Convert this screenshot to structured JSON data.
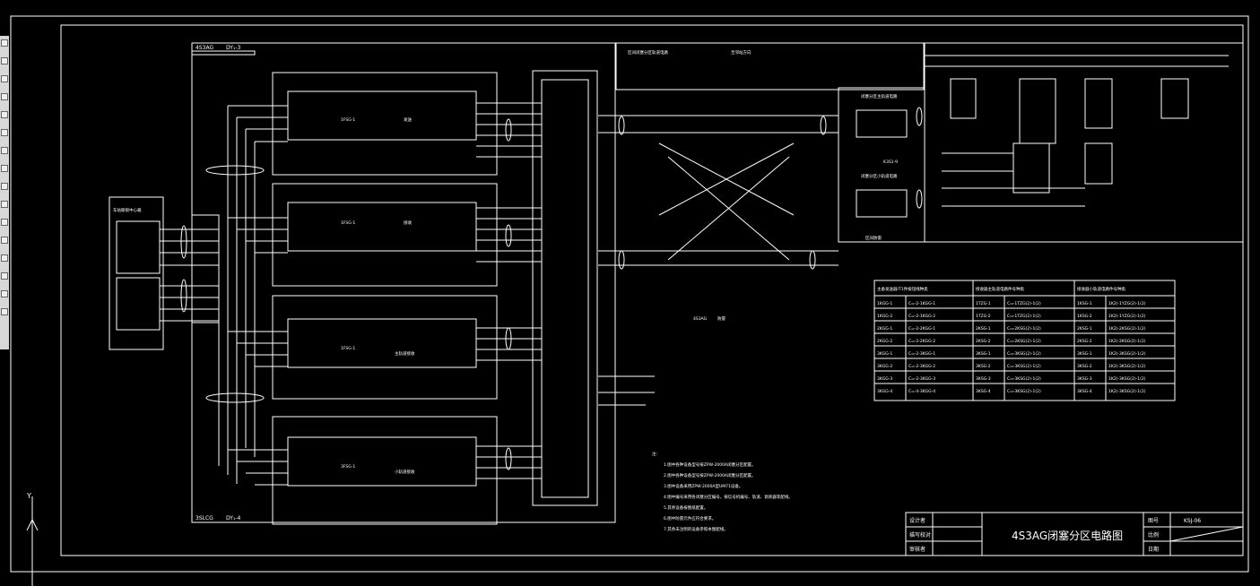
{
  "drawing": {
    "title": "4S3AG闭塞分区电路图",
    "drawing_no_label": "图号",
    "drawing_no": "KSJ-06",
    "scale_label": "比例",
    "date_label": "日期",
    "title_block": [
      "设计者",
      "描写校对",
      "审核者"
    ]
  },
  "panel_labels": {
    "top_left": "4S3AG",
    "top_left_2": "DY₁-3",
    "bottom_left": "3SLCG",
    "bottom_left_2": "DY₁-4",
    "left_box": "车站联锁中心箱",
    "middle_tag": [
      "4S3AG",
      "防雷"
    ],
    "right_tag": "K3S1-9",
    "top_note": "区间闭塞分区轨道电路",
    "top_right_note": "至邻站方向",
    "right_note_1": "闭塞分区主轨道电路",
    "right_note_2": "闭塞分区小轨道电路",
    "right_label_bottom": "区间防雷"
  },
  "modules": [
    {
      "id": "1FSG-1",
      "sub": "发送"
    },
    {
      "id": "1FSG-1",
      "sub": "接收"
    },
    {
      "id": "1FSG-1",
      "sub": "主轨道接收"
    },
    {
      "id": "3FSG-1",
      "sub": "小轨道接收"
    }
  ],
  "table": {
    "headers": [
      "主备发送器/T1件按钮线种类",
      "接收器主轨道电路件号种类",
      "接收器小轨道电路件号种类"
    ],
    "rows": [
      [
        "1KGG-1",
        "C₁₁-2-1KGG-1",
        "1TZG-1",
        "C₁₄-1TZG(2)-1(2)",
        "1KSG-1",
        "1K2(-1YZG(2)-1(2)"
      ],
      [
        "1KGG-2",
        "C₁₁-2-1KGG-2",
        "1TZG-2",
        "C₁₄-1TZG(2)-1(2)",
        "1KSG-2",
        "1K2(-1YZG(2)-1(2)"
      ],
      [
        "2KGG-1",
        "C₁₁-2-2KGG-1",
        "2KSG-1",
        "C₁₄-2KSG(2)-1(2)",
        "2KSG-1",
        "1K2(-2KSG(2)-1(2)"
      ],
      [
        "2KGG-2",
        "C₁₁-2-2KGG-2",
        "2KSG-2",
        "C₁₄-2KSG(2)-1(2)",
        "2KSG-2",
        "1K2(-2KSG(2)-1(2)"
      ],
      [
        "3KGG-1",
        "C₁₁-2-3KGG-1",
        "3KSG-1",
        "C₁₄-3KSG(2)-1(2)",
        "3KSG-1",
        "1K2(-3KSG(2)-1(2)"
      ],
      [
        "3KGG-2",
        "C₁₁-2-3KGG-2",
        "3KSG-2",
        "C₁₄-3KSG(2)-1(2)",
        "3KSG-2",
        "1K2(-3KSG(2)-1(2)"
      ],
      [
        "3KGG-3",
        "C₁₁-2-3KGG-3",
        "3KSG-3",
        "C₁₄-3KSG(2)-1(2)",
        "3KSG-3",
        "1K2(-3KSG(2)-1(2)"
      ],
      [
        "3KGG-4",
        "C₁₁-4-3KGG-4",
        "3KSG-4",
        "C₁₄-3KSG(2)-1(2)",
        "3KSG-4",
        "1K2(-3KSG(2)-1(2)"
      ]
    ]
  },
  "notes": [
    "注:",
    "1.图中各种设备型号按ZPW-2000A闭塞分区配置。",
    "2.图中各种设备型号按ZPW-2000A闭塞分区配置。",
    "3.图中设备采用ZPW-2000A型UM71设备。",
    "4.图中编号采用各闭塞分区编号，按信号机编号、轨道、衰耗器等配线。",
    "5.其余设备按图纸配置。",
    "6.图中防雷元件应符合要求。",
    "7.其余未注明的设备参照本图配线。"
  ],
  "axis_label": "Y",
  "colors": {
    "background": "#000000",
    "lines": "#ffffff",
    "toolbar": "#d8d8d8"
  },
  "icons": [
    "cad-tool-icons"
  ]
}
